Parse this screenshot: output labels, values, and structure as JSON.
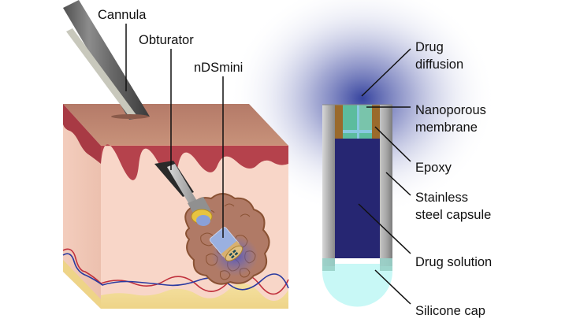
{
  "title": "nDSmini implantation and device structure",
  "left_panel": {
    "labels": {
      "cannula": "Cannula",
      "obturator": "Obturator",
      "device": "nDSmini"
    }
  },
  "right_panel": {
    "labels": {
      "drug_diffusion": [
        "Drug",
        "diffusion"
      ],
      "nanoporous_membrane": [
        "Nanoporous",
        "membrane"
      ],
      "epoxy": "Epoxy",
      "capsule": [
        "Stainless",
        "steel capsule"
      ],
      "drug_solution": "Drug solution",
      "silicone_cap": "Silicone cap"
    }
  },
  "colors": {
    "skin_top": "#c08870",
    "dermis_red": "#b5404a",
    "tissue": "#f7d3c4",
    "fat": "#f0d890",
    "tumor": "#b07a66",
    "drug_blue": "#2a2a78",
    "steel": "#a8a8a8",
    "epoxy": "#9a6a2c",
    "membrane": "#5ab89a",
    "silicone": "#c8f6f4",
    "vessel_red": "#c0303c",
    "vessel_blue": "#2a3aa0"
  }
}
